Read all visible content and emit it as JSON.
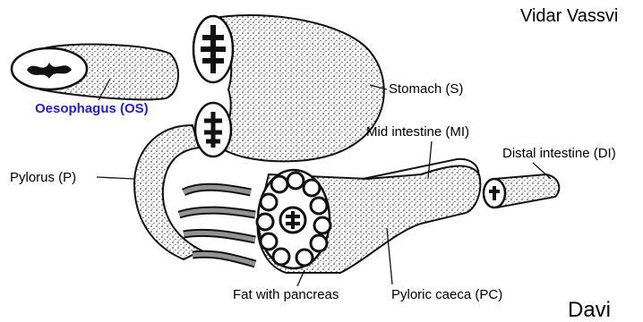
{
  "author": "Vidar Vassvi",
  "labels": {
    "oesophagus": "Oesophagus (OS)",
    "stomach": "Stomach (S)",
    "mid_intestine": "Mid intestine (MI)",
    "distal_intestine": "Distal intestine (DI)",
    "pylorus": "Pylorus (P)",
    "fat_pancreas": "Fat with pancreas",
    "pyloric_caeca": "Pyloric caeca (PC)"
  },
  "cutoff_text": "Davi",
  "colors": {
    "highlight": "#1f1fcf",
    "ink": "#1a1a1a"
  }
}
